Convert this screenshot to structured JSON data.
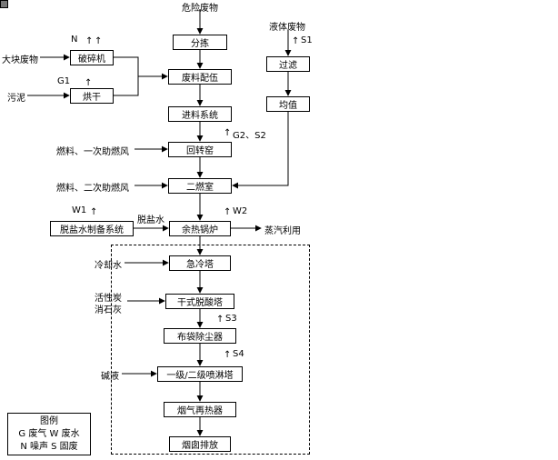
{
  "flow": {
    "hazardous_waste": "危险废物",
    "sorting": "分拣",
    "blending": "废料配伍",
    "feeding": "进料系统",
    "rotary_kiln": "回转窑",
    "secondary_chamber": "二燃室",
    "waste_heat_boiler": "余热锅炉",
    "quench_tower": "急冷塔",
    "dry_deacid_tower": "干式脱酸塔",
    "bag_filter": "布袋除尘器",
    "spray_tower": "一级/二级喷淋塔",
    "reheater": "烟气再热器",
    "stack": "烟囱排放"
  },
  "pretreat": {
    "bulk_waste": "大块废物",
    "crusher": "破碎机",
    "sludge": "污泥",
    "dryer": "烘干",
    "liquid_waste": "液体废物",
    "filter": "过滤",
    "equalize": "均值"
  },
  "inputs": {
    "fuel_primary": "燃料、一次助燃风",
    "fuel_secondary": "燃料、二次助燃风",
    "demin_water_system": "脱盐水制备系统",
    "demin_water": "脱盐水",
    "cooling_water": "冷却水",
    "activated_carbon": "活性炭",
    "slaked_lime": "消石灰",
    "alkali": "碱液"
  },
  "outputs": {
    "steam_use": "蒸汽利用"
  },
  "emissions": {
    "n": "N",
    "g1": "G1",
    "s1": "S1",
    "g2_s2": "G2、S2",
    "w1": "W1",
    "w2": "W2",
    "s3": "S3",
    "s4": "S4"
  },
  "legend": {
    "title": "图例",
    "row1": "G 废气 W 废水",
    "row2": "N 噪声 S 固废"
  },
  "glyphs": {
    "up_arrow": "↑"
  },
  "colors": {
    "line": "#000000",
    "background": "#ffffff"
  }
}
